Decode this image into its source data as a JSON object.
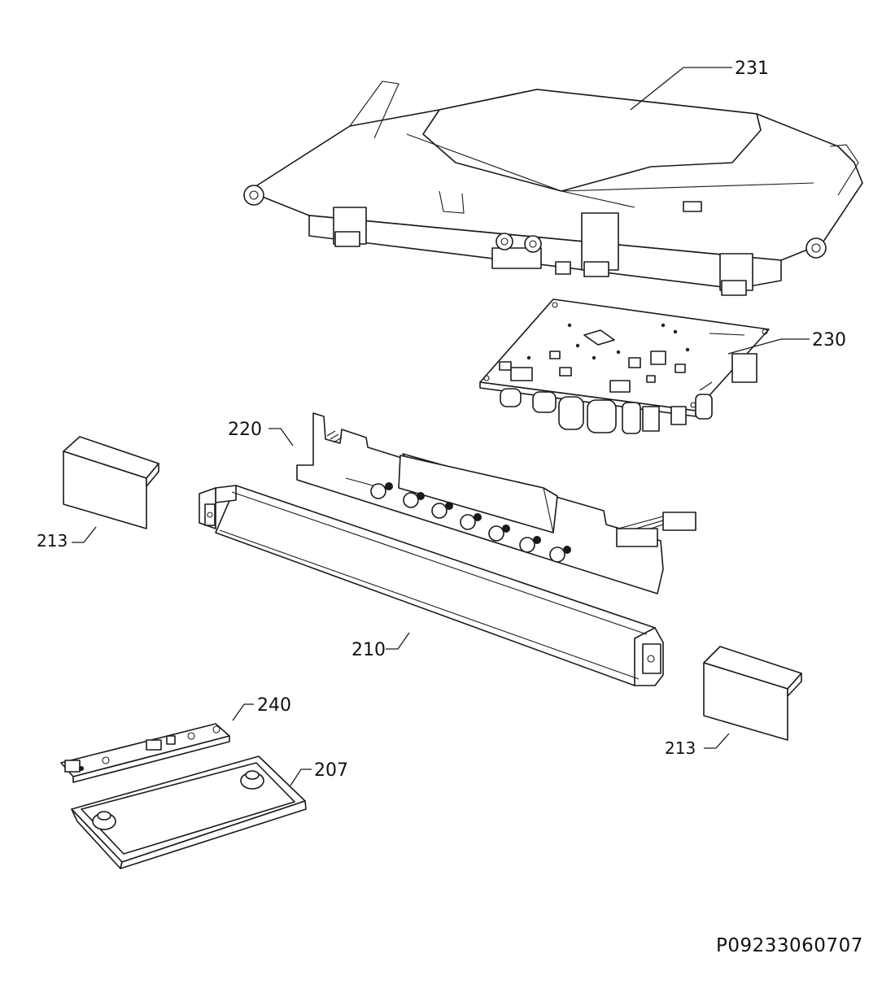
{
  "diagram_id": "P09233060707",
  "callouts": {
    "c231": "231",
    "c230": "230",
    "c220": "220",
    "c213a": "213",
    "c213b": "213",
    "c210": "210",
    "c240": "240",
    "c207": "207"
  }
}
